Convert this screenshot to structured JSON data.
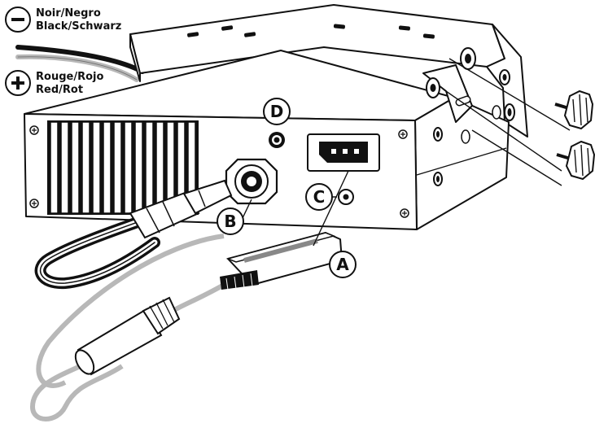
{
  "legend": {
    "negative": {
      "symbol": "−",
      "line1": "Noir/Negro",
      "line2": "Black/Schwarz"
    },
    "positive": {
      "symbol": "+",
      "line1": "Rouge/Rojo",
      "line2": "Red/Rot"
    }
  },
  "callouts": {
    "a": "A",
    "b": "B",
    "c": "C",
    "d": "D"
  },
  "colors": {
    "ink": "#111111",
    "wire_gray": "#b8b8b8",
    "body": "#ffffff"
  }
}
